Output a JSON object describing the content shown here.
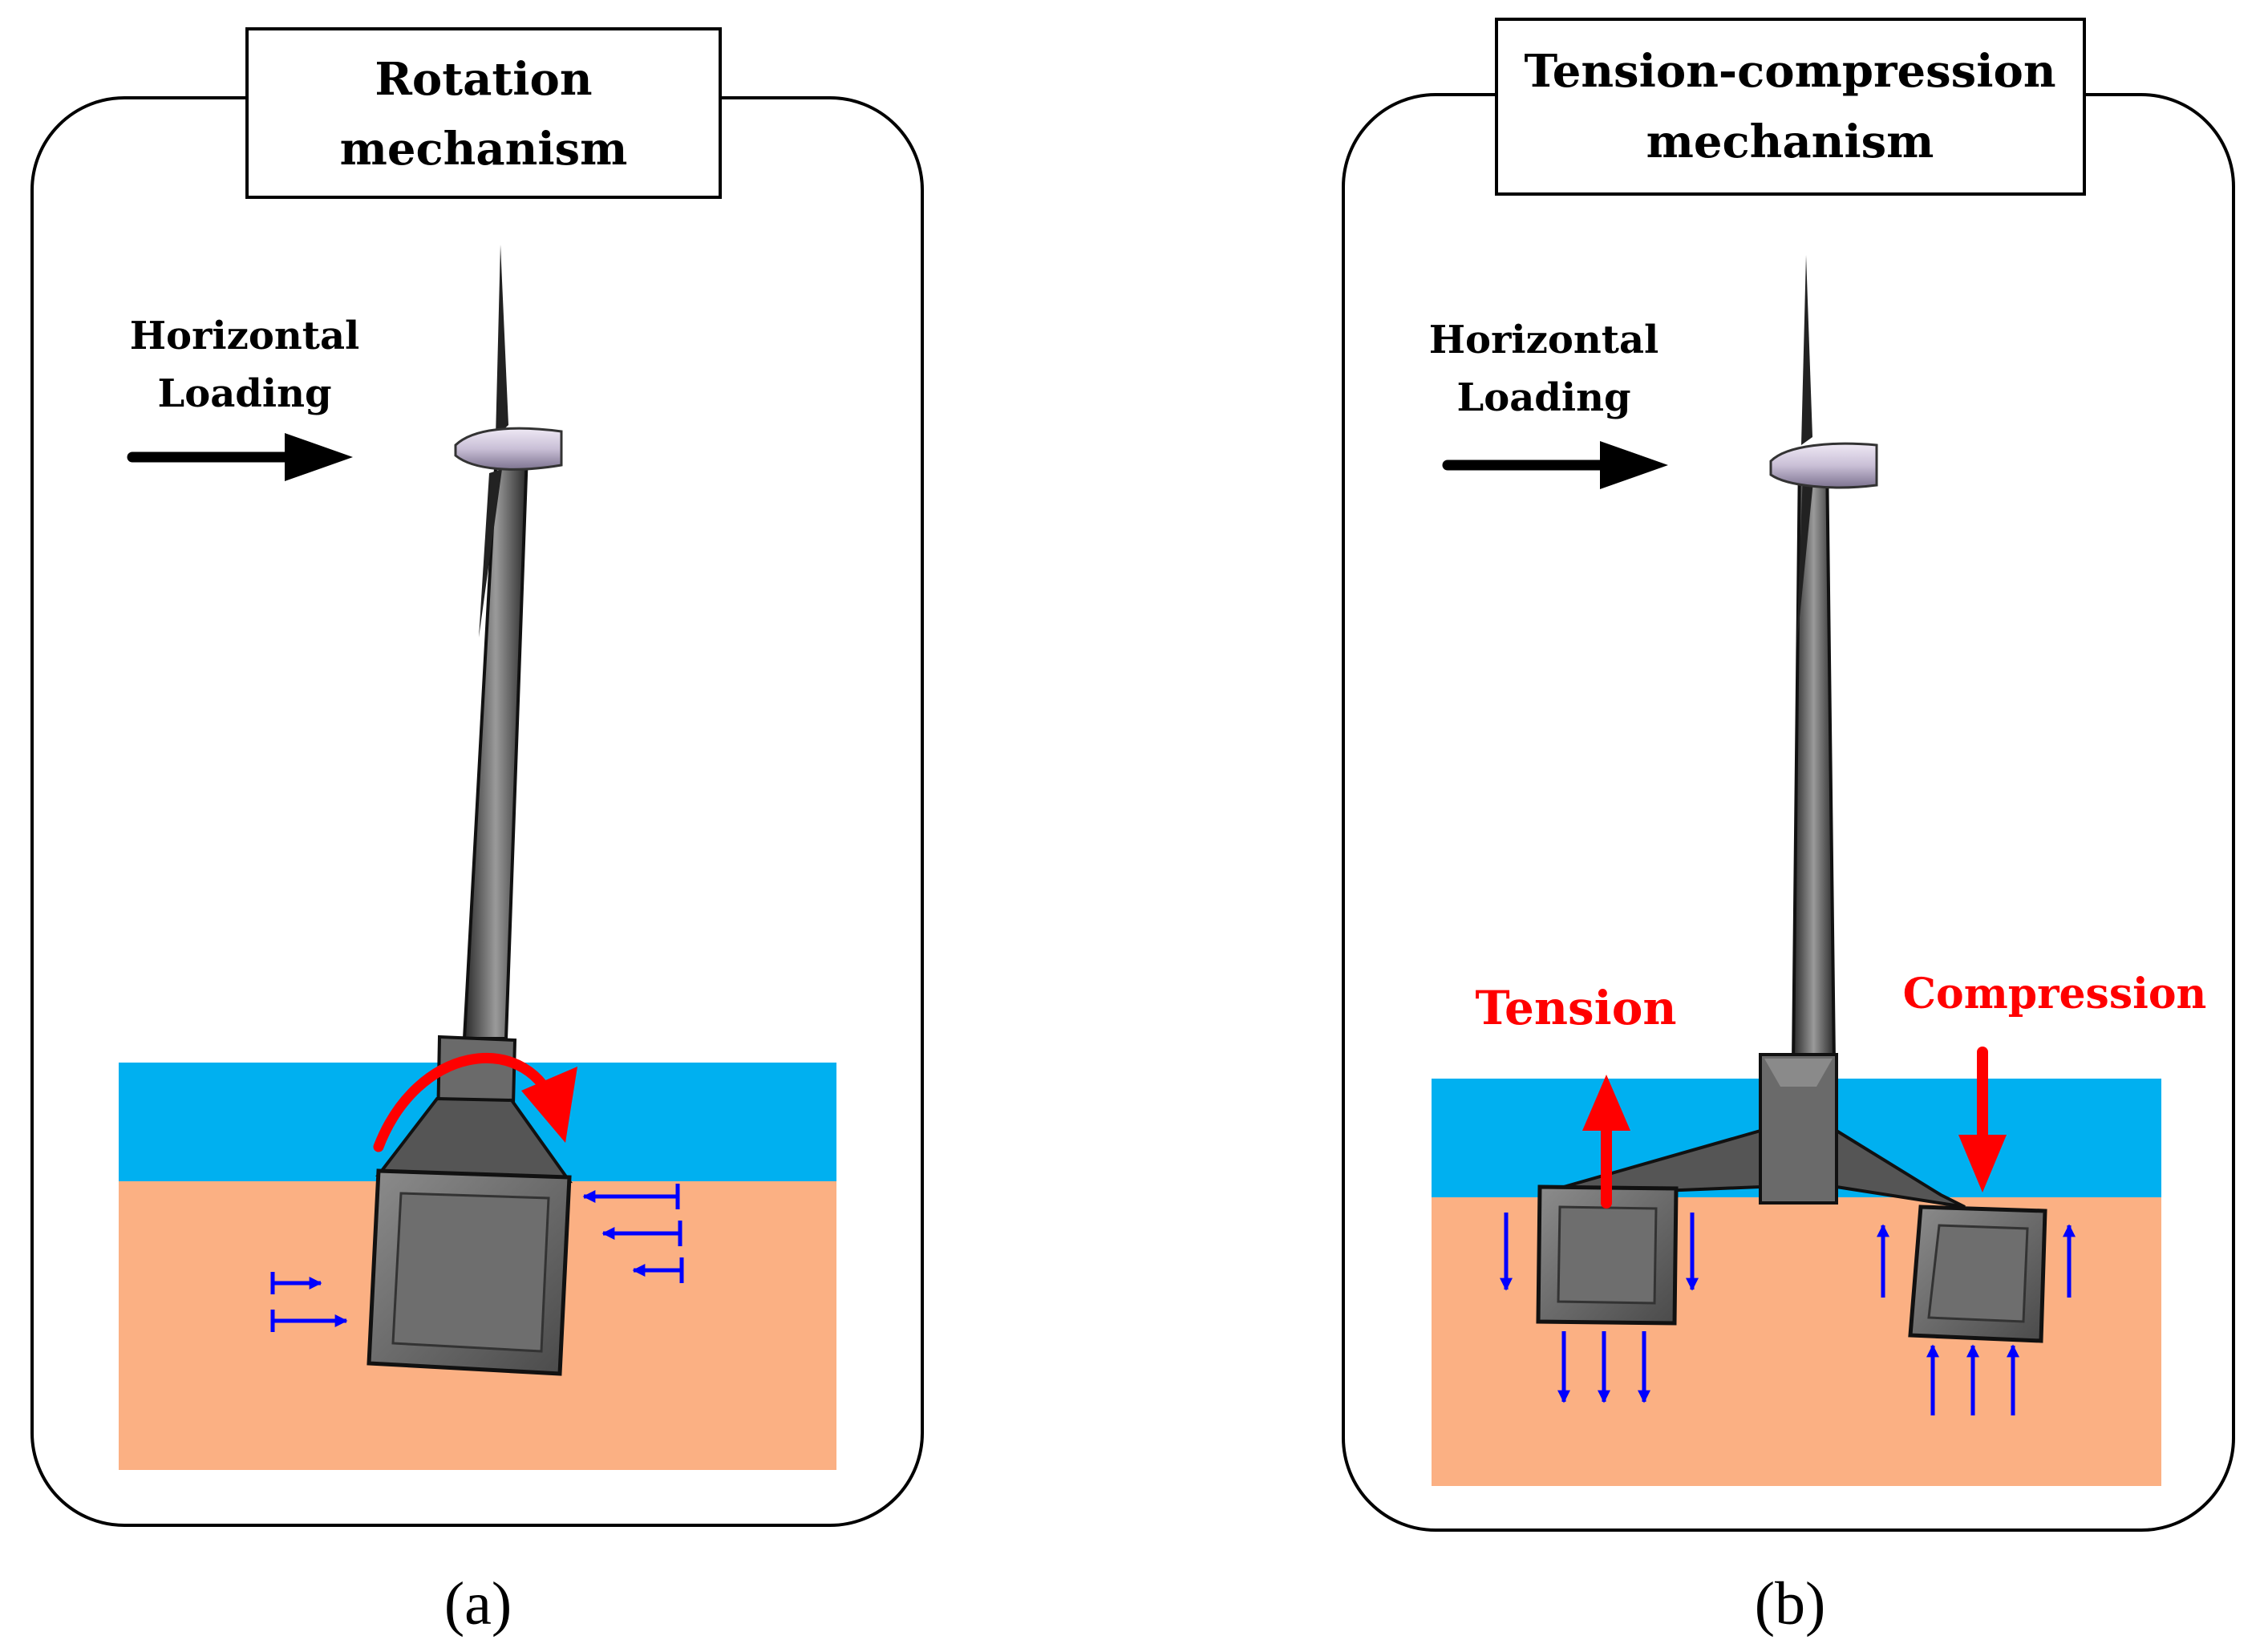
{
  "panel_a": {
    "title_line1": "Rotation",
    "title_line2": "mechanism",
    "load_line1": "Horizontal",
    "load_line2": "Loading",
    "caption": "(a)"
  },
  "panel_b": {
    "title_line1": "Tension-compression",
    "title_line2": "mechanism",
    "load_line1": "Horizontal",
    "load_line2": "Loading",
    "tension_label": "Tension",
    "compression_label": "Compression",
    "caption": "(b)"
  },
  "colors": {
    "water": "#00b0f0",
    "soil": "#fbb083",
    "structure": "#595959",
    "force_arrow_red": "#ff0000",
    "soil_reaction_blue": "#0000ff",
    "load_arrow": "#000000",
    "nacelle": "#c9bfd6"
  }
}
